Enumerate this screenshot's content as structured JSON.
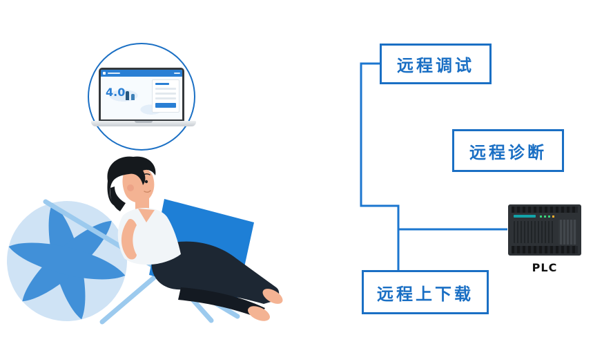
{
  "scene": {
    "feature_boxes": [
      {
        "id": "remote-debug",
        "label": "远程调试"
      },
      {
        "id": "remote-diagnosis",
        "label": "远程诊断"
      },
      {
        "id": "remote-upload-download",
        "label": "远程上下载"
      }
    ],
    "plc": {
      "label": "PLC"
    },
    "laptop_screen": {
      "version": "4.0"
    },
    "colors": {
      "accent_blue": "#1a6fc4",
      "connector_blue": "#1b76cf",
      "chair_blue": "#1e7fd6",
      "frame_blue": "#9ccaee",
      "ball_light": "#cfe3f5",
      "ball_stripe": "#4190d8",
      "skin": "#f4b393",
      "hair": "#15191d",
      "pants": "#1d2733",
      "shirt": "#f1f5f8",
      "plc_body": "#2e3236"
    }
  }
}
